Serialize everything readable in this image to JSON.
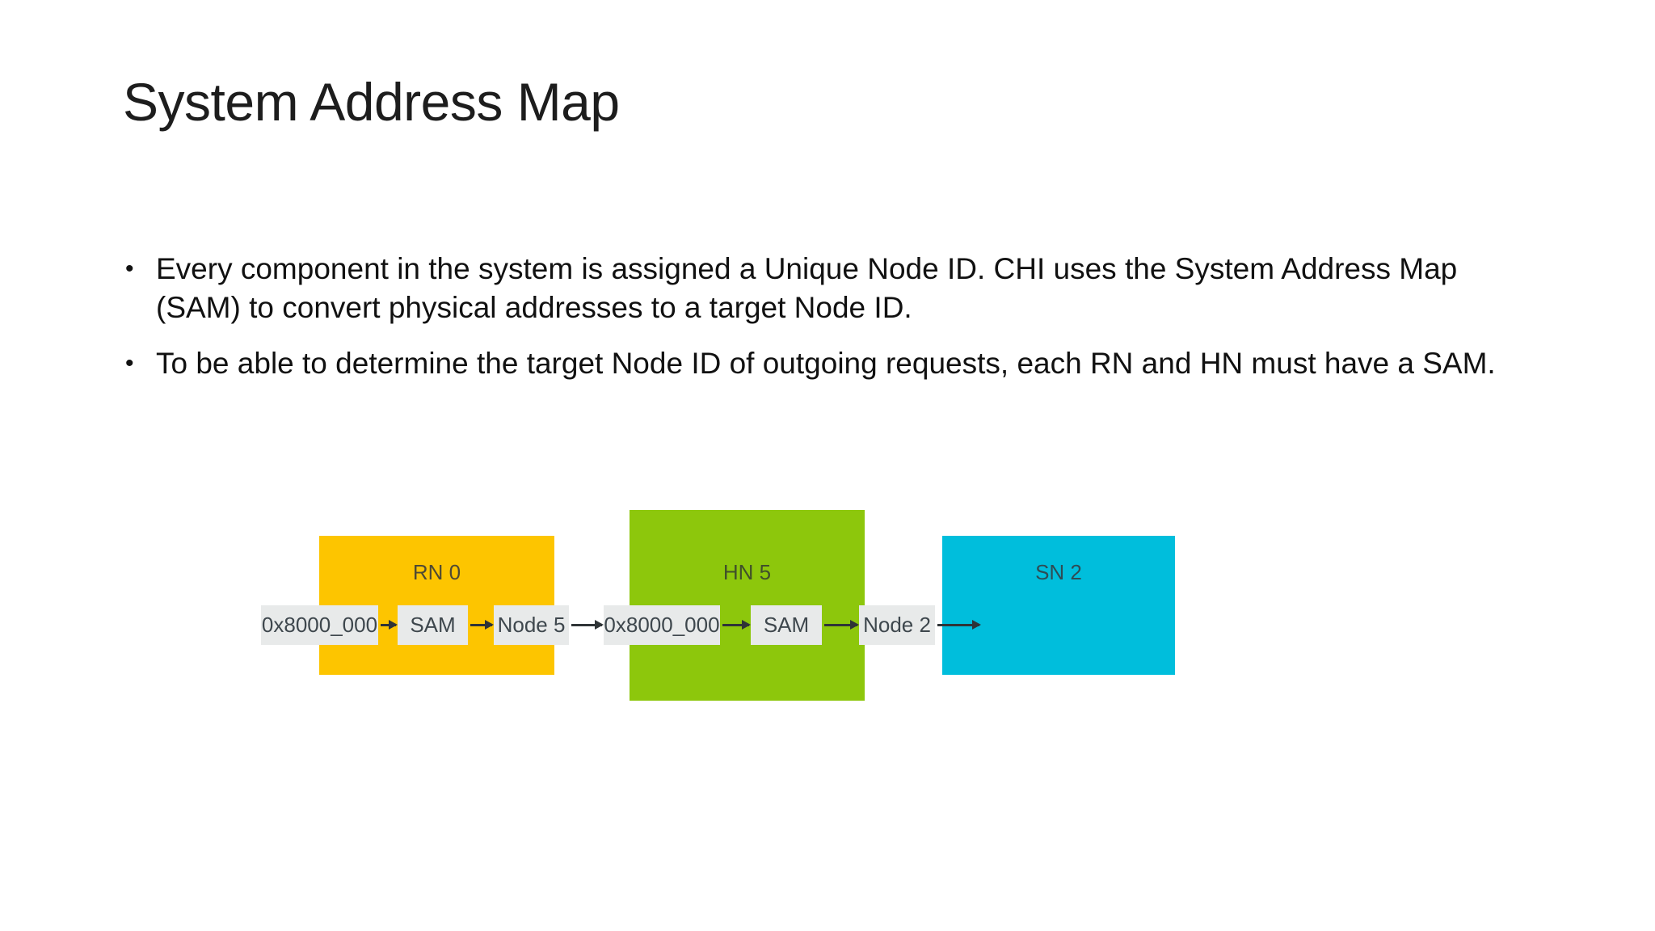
{
  "slide": {
    "title": "System Address Map",
    "bullet_char": "•",
    "bullets": [
      "Every component in the system is assigned a Unique Node ID. CHI uses the System Address Map (SAM) to convert physical addresses to a target Node ID.",
      "To be able to determine the target Node ID of outgoing requests, each RN and HN must have a SAM."
    ]
  },
  "diagram": {
    "blocks": [
      {
        "label": "RN 0",
        "color": "#FDC500"
      },
      {
        "label": "HN 5",
        "color": "#8DC70C"
      },
      {
        "label": "SN 2",
        "color": "#00BEDC"
      }
    ],
    "chips": [
      {
        "label": "0x8000_000",
        "bg": "#E8EAEA"
      },
      {
        "label": "SAM",
        "bg": "#E8EAEA"
      },
      {
        "label": "Node 5",
        "bg": "#E8EAEA"
      },
      {
        "label": "0x8000_000",
        "bg": "#E8EAEA"
      },
      {
        "label": "SAM",
        "bg": "#E8EAEA"
      },
      {
        "label": "Node 2",
        "bg": "#E8EAEA"
      }
    ],
    "arrow_color": "#2F3437"
  }
}
